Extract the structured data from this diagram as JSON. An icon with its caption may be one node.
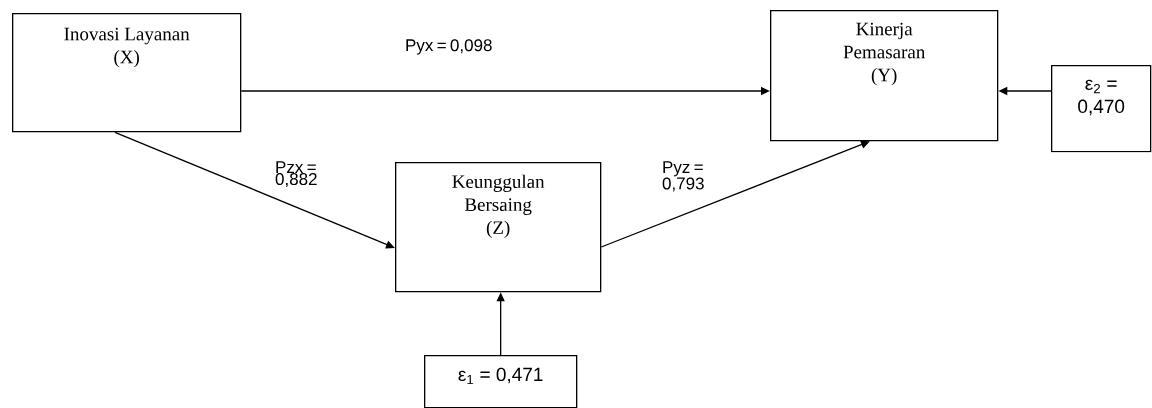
{
  "diagram": {
    "nodes": [
      {
        "text": [
          "Inovasi Layanan",
          "(X)"
        ]
      },
      {
        "text": [
          "Kinerja Pemasaran",
          "(Y)"
        ]
      },
      {
        "text": [
          "Keunggulan Bersaing",
          "(Z)"
        ]
      },
      {
        "text": [
          "ε$_{2}$ = 0,470"
        ]
      },
      {
        "text": [
          "ε$_{1}$ = 0,471"
        ]
      }
    ],
    "edges": [
      {
        "from": 0,
        "to": 1,
        "arrow": "to",
        "label": "Pyx = 0,098"
      },
      {
        "from": 0,
        "to": 2,
        "arrow": "to",
        "label": "Pzx = 0,882"
      },
      {
        "from": 2,
        "to": 1,
        "arrow": "to",
        "label": "Pyz = 0,793"
      },
      {
        "from": 3,
        "to": 1,
        "arrow": "to"
      },
      {
        "from": 4,
        "to": 2,
        "arrow": "to"
      }
    ]
  }
}
